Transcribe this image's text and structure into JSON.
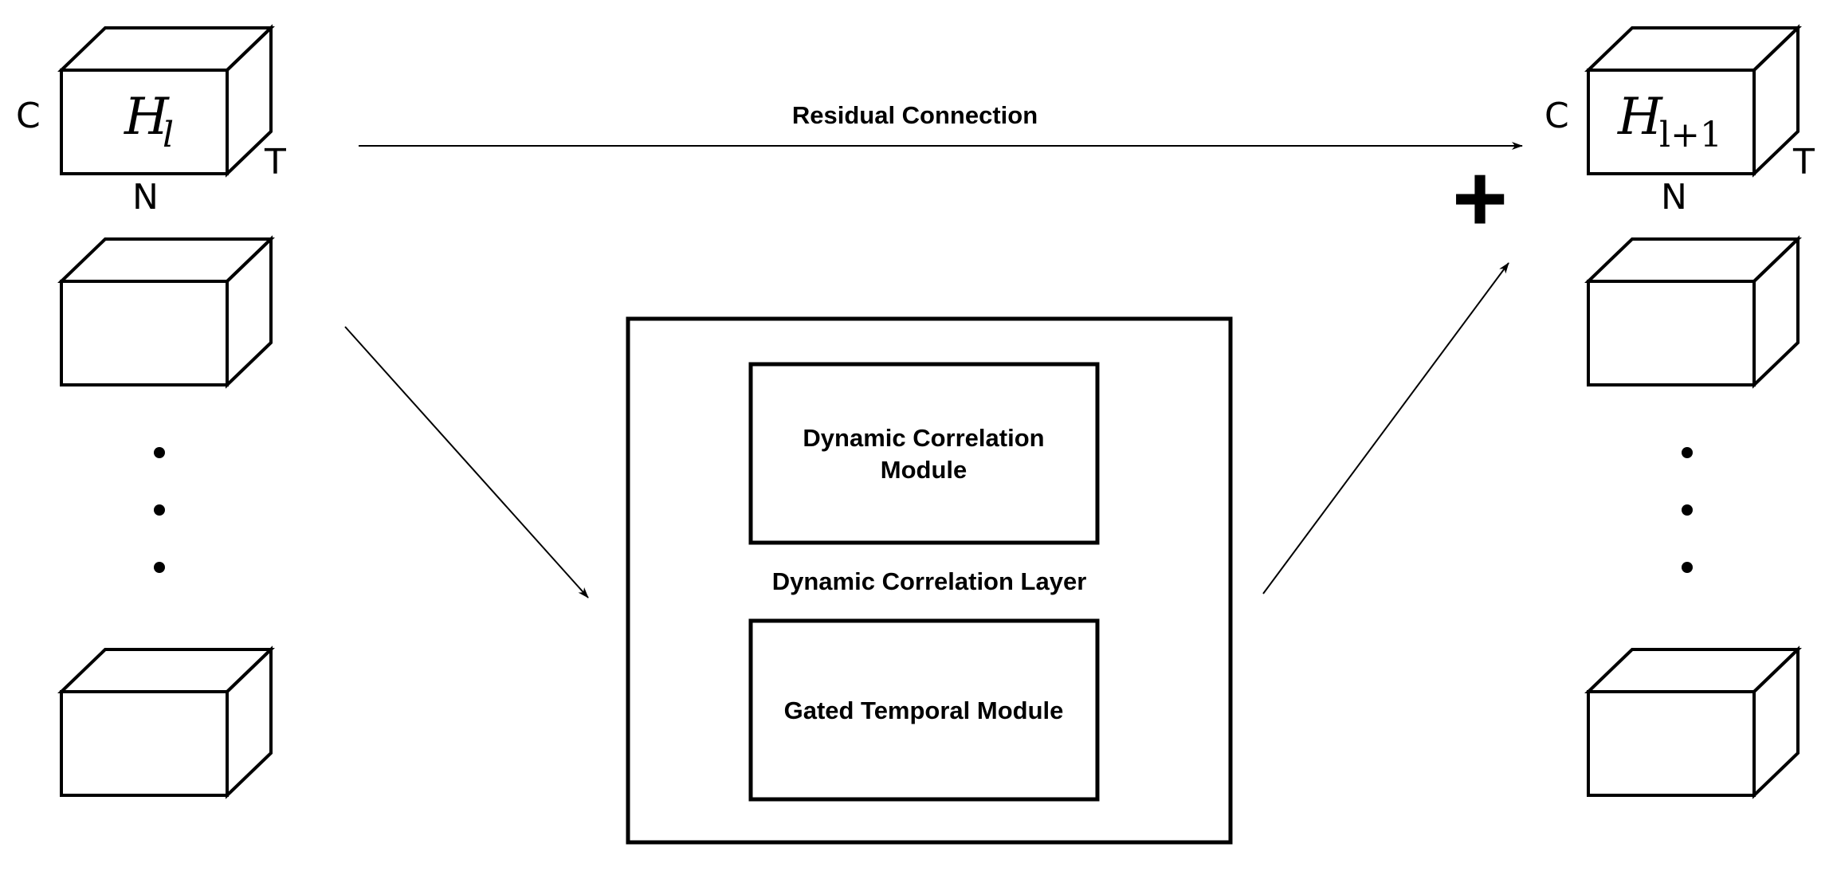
{
  "diagram": {
    "residual_label": "Residual Connection",
    "layer_label": "Dynamic Correlation Layer",
    "module_top_line1": "Dynamic Correlation",
    "module_top_line2": "Module",
    "module_bottom": "Gated Temporal Module",
    "plus_symbol": "+",
    "left_tensor": {
      "symbol": "H",
      "sub": "l",
      "dim_c": "C",
      "dim_n": "N",
      "dim_t": "T"
    },
    "right_tensor": {
      "symbol": "H",
      "sub": "l+1",
      "dim_c": "C",
      "dim_n": "N",
      "dim_t": "T"
    }
  }
}
